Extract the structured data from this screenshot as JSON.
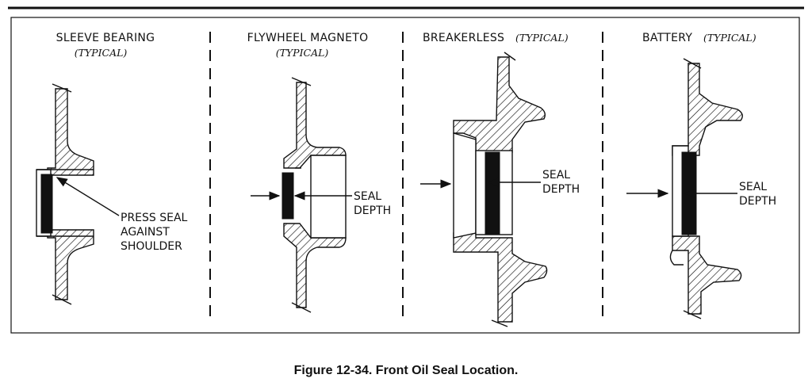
{
  "panels": [
    {
      "title": "SLEEVE BEARING",
      "subtitle": "(TYPICAL)",
      "callout": [
        "PRESS SEAL",
        "AGAINST",
        "SHOULDER"
      ]
    },
    {
      "title": "FLYWHEEL MAGNETO",
      "subtitle": "(TYPICAL)",
      "callout": [
        "SEAL",
        "DEPTH"
      ]
    },
    {
      "title": "BREAKERLESS",
      "subtitle": "(TYPICAL)",
      "callout": [
        "SEAL",
        "DEPTH"
      ]
    },
    {
      "title": "BATTERY",
      "subtitle": "(TYPICAL)",
      "callout": [
        "SEAL",
        "DEPTH"
      ]
    }
  ],
  "caption": "Figure 12-34. Front Oil Seal Location."
}
